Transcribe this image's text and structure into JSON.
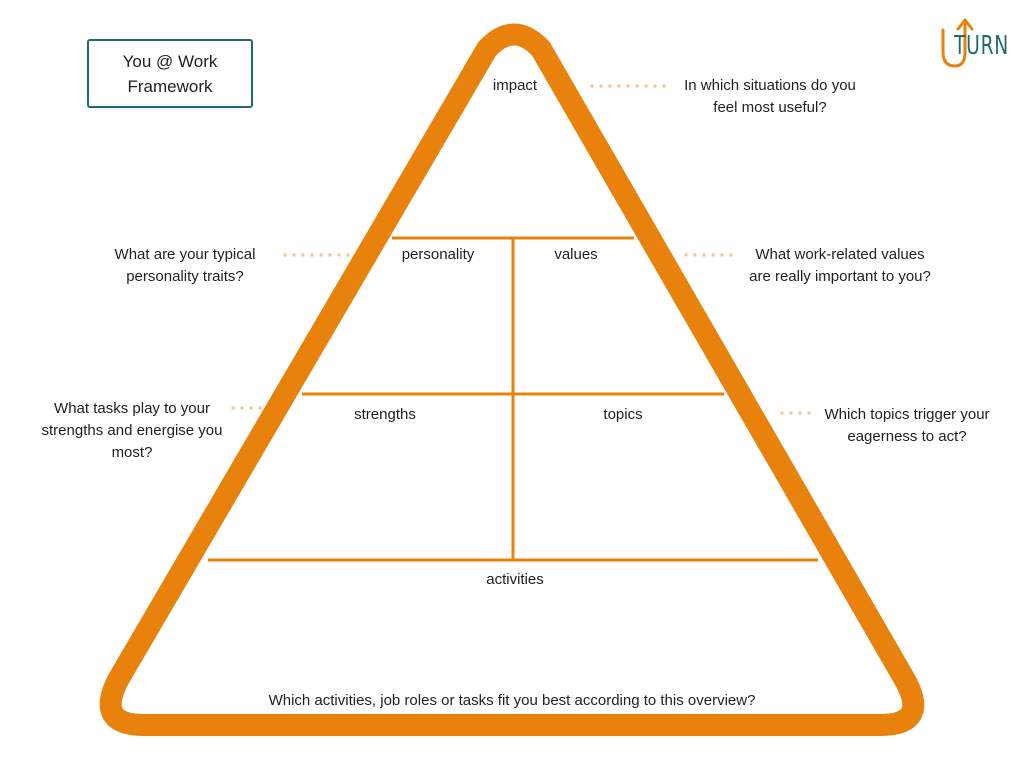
{
  "title": {
    "line1": "You @ Work",
    "line2": "Framework"
  },
  "logo": {
    "text": "TURN",
    "arrow_icon": "up-arrow-icon",
    "text_color": "#1f6b6f",
    "accent_color": "#e8820c"
  },
  "colors": {
    "pyramid": "#e8820c",
    "dots": "#f6c69a",
    "title_border": "#1f6b6f"
  },
  "pyramid": {
    "labels": {
      "impact": "impact",
      "personality": "personality",
      "values": "values",
      "strengths": "strengths",
      "topics": "topics",
      "activities": "activities"
    }
  },
  "questions": {
    "impact": [
      "In which situations do you",
      "feel most useful?"
    ],
    "personality": [
      "What are your typical",
      "personality traits?"
    ],
    "values": [
      "What work-related values",
      "are really important to you?"
    ],
    "strengths": [
      "What tasks play to your",
      "strengths and energise you",
      "most?"
    ],
    "topics": [
      "Which topics trigger your",
      "eagerness to act?"
    ],
    "activities": "Which activities, job roles or tasks fit you best according to this overview?"
  }
}
